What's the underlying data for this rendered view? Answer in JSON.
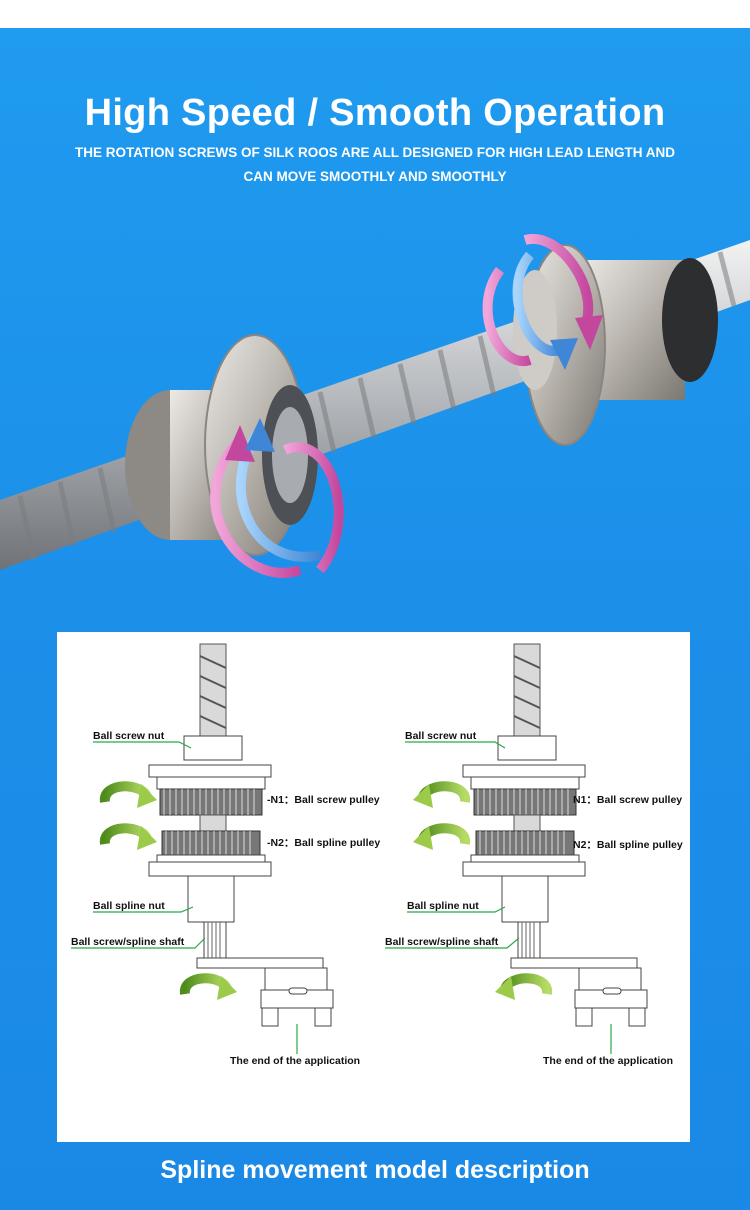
{
  "header": {
    "title": "High Speed / Smooth Operation",
    "subtitle_line1": "THE ROTATION SCREWS OF SILK ROOS ARE ALL DESIGNED FOR HIGH LEAD LENGTH AND",
    "subtitle_line2": "CAN MOVE SMOOTHLY AND SMOOTHLY"
  },
  "diagram": {
    "left": {
      "ball_screw_nut": "Ball screw nut",
      "n1": "-N1：Ball screw pulley",
      "n2": "-N2：Ball spline pulley",
      "ball_spline_nut": "Ball spline nut",
      "shaft": "Ball screw/spline shaft",
      "end": "The end of the application"
    },
    "right": {
      "ball_screw_nut": "Ball screw nut",
      "n1": "N1：Ball screw pulley",
      "n2": "N2：Ball spline pulley",
      "ball_spline_nut": "Ball spline nut",
      "shaft": "Ball screw/spline shaft",
      "end": "The end of the application"
    }
  },
  "footer": {
    "caption": "Spline movement model description"
  },
  "colors": {
    "background": "#1c8fe9",
    "arrow_pink": "#d86fc0",
    "arrow_blue": "#5aa3e8",
    "arrow_green": "#6fae2e",
    "leader_green": "#2aa84a"
  }
}
